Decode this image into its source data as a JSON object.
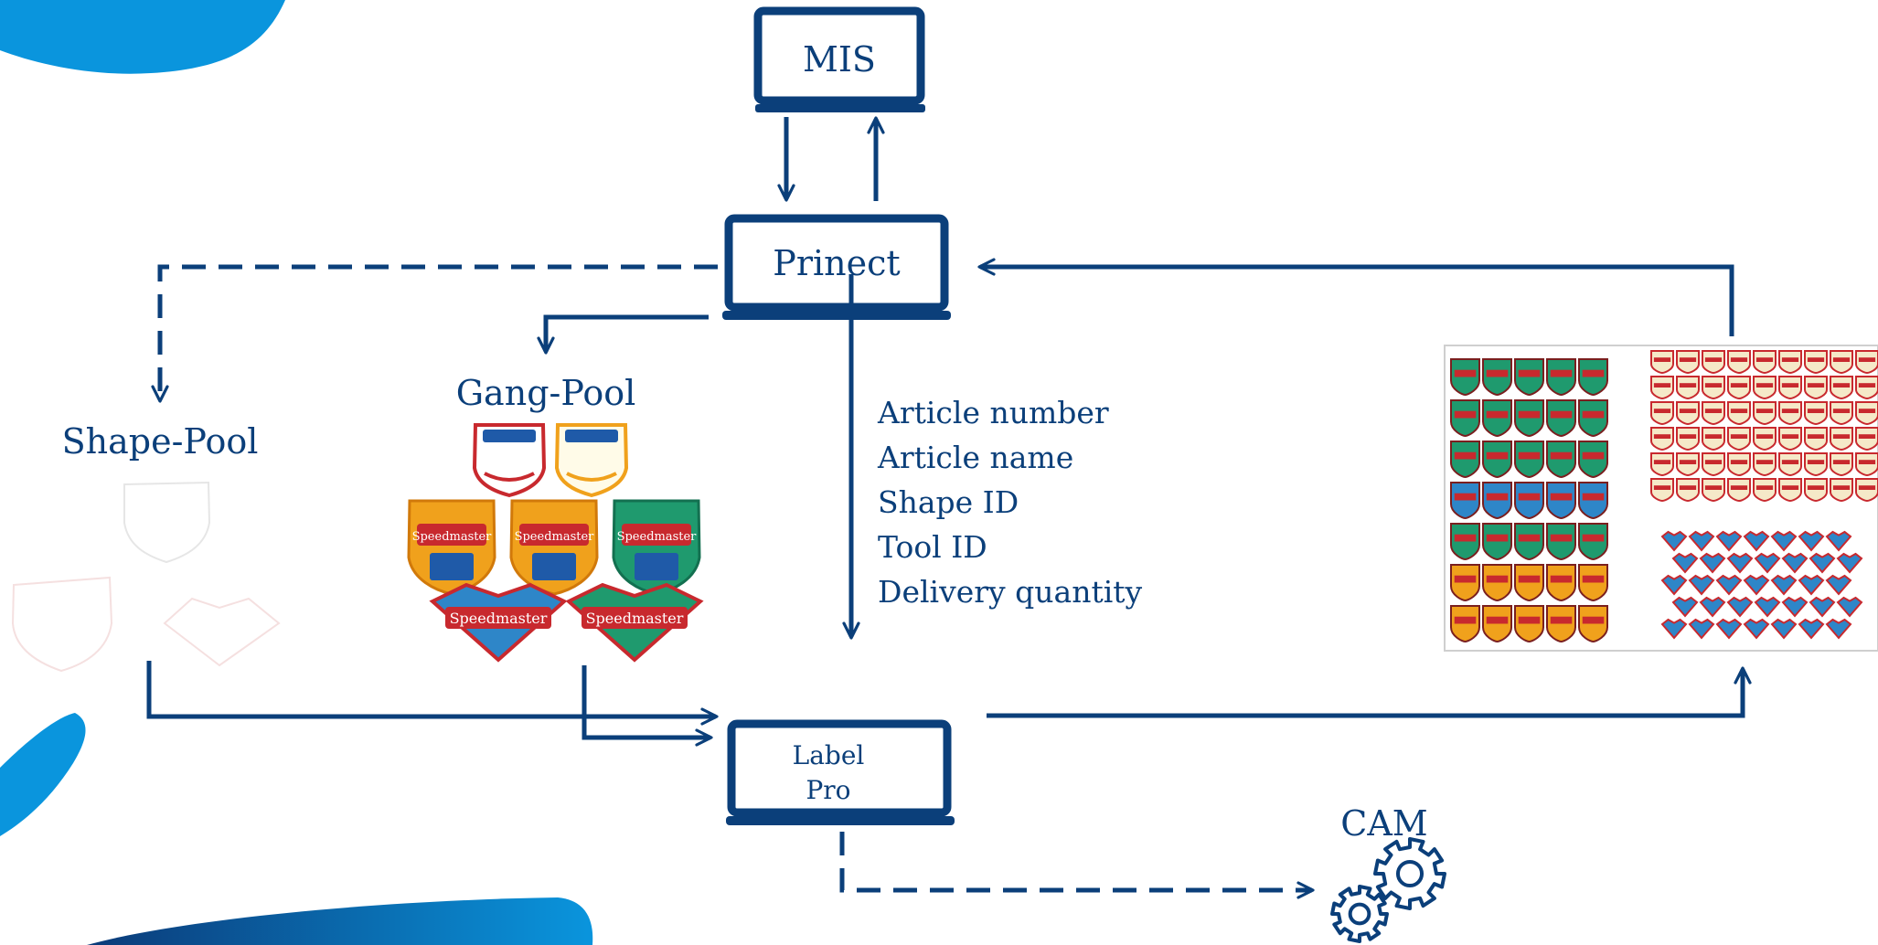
{
  "nodes": {
    "mis": "MIS",
    "prinect": "Prinect",
    "label_pro": [
      "Label",
      "Pro"
    ],
    "cam": "CAM"
  },
  "pools": {
    "shape_pool": "Shape-Pool",
    "gang_pool": "Gang-Pool"
  },
  "data_fields": [
    "Article number",
    "Article name",
    "Shape ID",
    "Tool ID",
    "Delivery quantity"
  ],
  "label_text": "Speedmaster",
  "colors": {
    "primary": "#0b3f7a",
    "accent_blue": "#0a8fd8",
    "label_orange": "#f0a11c",
    "label_green": "#1f9a6e",
    "label_red": "#c8292e"
  }
}
